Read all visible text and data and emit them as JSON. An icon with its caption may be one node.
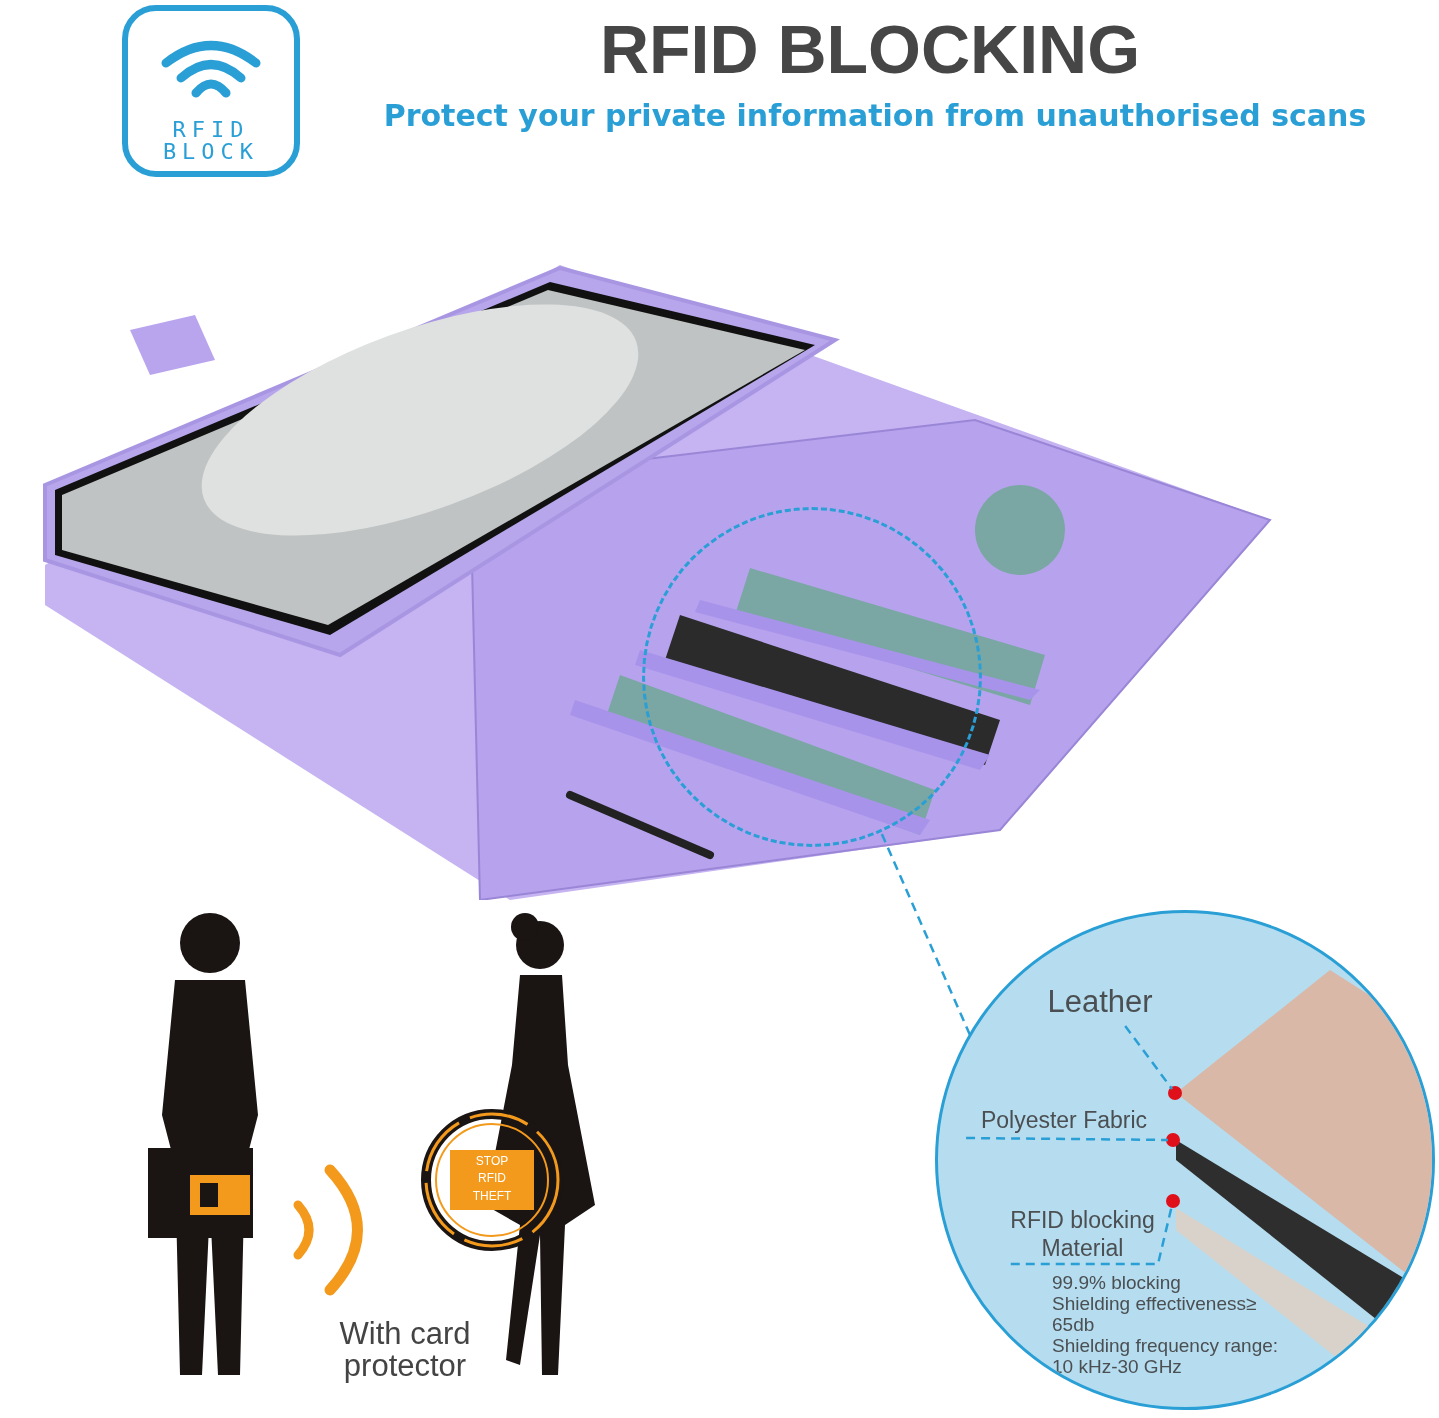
{
  "diagram": {
    "title": "RFID BLOCKING",
    "nodes": [
      {
        "text": [
          "RFID BLOCK"
        ]
      },
      {
        "text": [],
        "shape": "picture"
      },
      {
        "text": [],
        "shape": "circle",
        "in": 1
      },
      {
        "text": [],
        "shape": "circle"
      },
      {
        "text": [
          "Leather"
        ],
        "in": 3
      },
      {
        "text": [],
        "shape": "circle",
        "in": 3
      },
      {
        "text": [
          "Polyester Fabric"
        ],
        "in": 3
      },
      {
        "text": [],
        "shape": "circle",
        "in": 3
      },
      {
        "text": [
          "RFID blocking Material"
        ],
        "in": 3,
        "beside": [
          "99.9% blocking",
          "Shielding effectiveness≥ 65db",
          "Shielding frequency range: 10 kHz-30 GHz"
        ]
      },
      {
        "text": [],
        "shape": "circle",
        "in": 3
      },
      {
        "text": [],
        "shape": "person"
      },
      {
        "text": [],
        "shape": "person"
      },
      {
        "text": [
          "STOP",
          "RFID",
          "THEFT"
        ]
      }
    ],
    "edges": [
      {
        "from": 2,
        "to": 3,
        "arrow": "none",
        "style": "dashed"
      },
      {
        "from": 4,
        "to": 5,
        "arrow": "none",
        "style": "dashed"
      },
      {
        "from": 6,
        "to": 7,
        "arrow": "none",
        "style": "dashed"
      },
      {
        "from": 8,
        "to": 9,
        "arrow": "none",
        "style": "dashed"
      }
    ],
    "labels": [
      "Protect your private information from unauthorised scans",
      "With card protector"
    ]
  }
}
